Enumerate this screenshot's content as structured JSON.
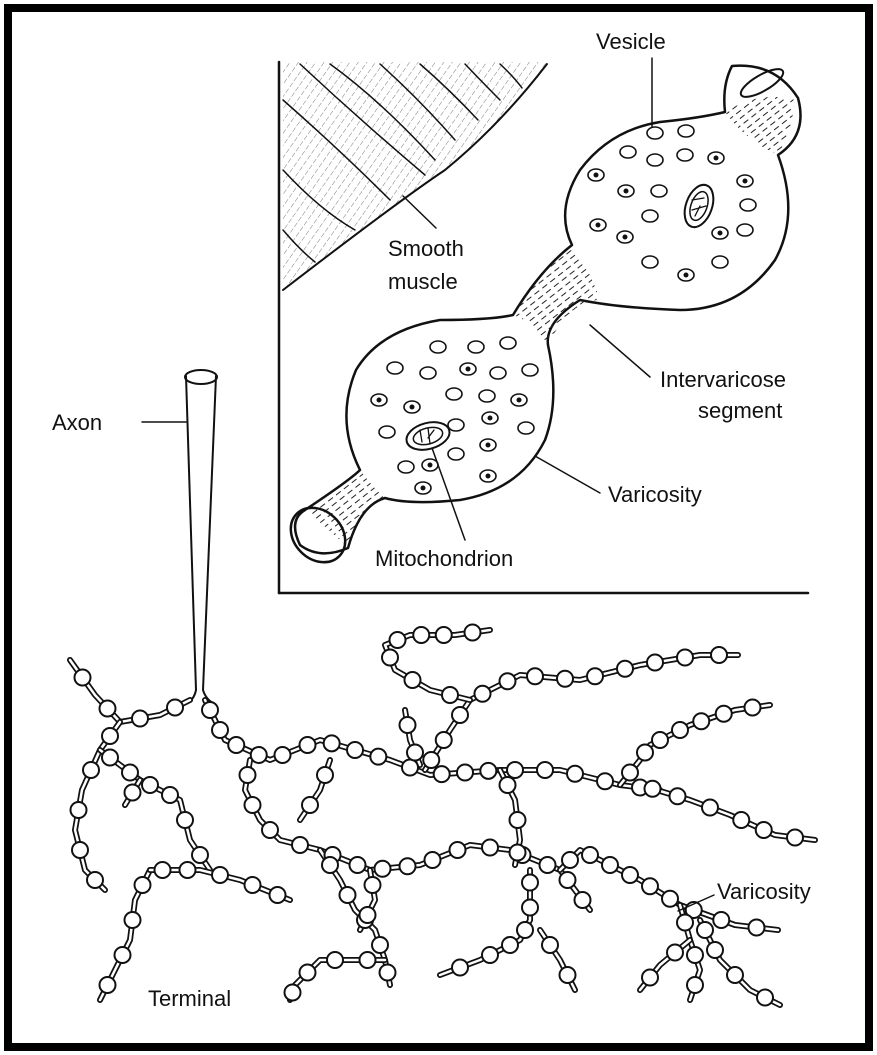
{
  "colors": {
    "ink": "#111111",
    "background": "#ffffff",
    "frame": "#000000"
  },
  "labels": {
    "vesicle": "Vesicle",
    "smooth_muscle_line1": "Smooth",
    "smooth_muscle_line2": "muscle",
    "intervaricose_line1": "Intervaricose",
    "intervaricose_line2": "segment",
    "varicosity_inset": "Varicosity",
    "mitochondrion": "Mitochondrion",
    "axon": "Axon",
    "varicosity_main": "Varicosity",
    "terminal": "Terminal"
  }
}
